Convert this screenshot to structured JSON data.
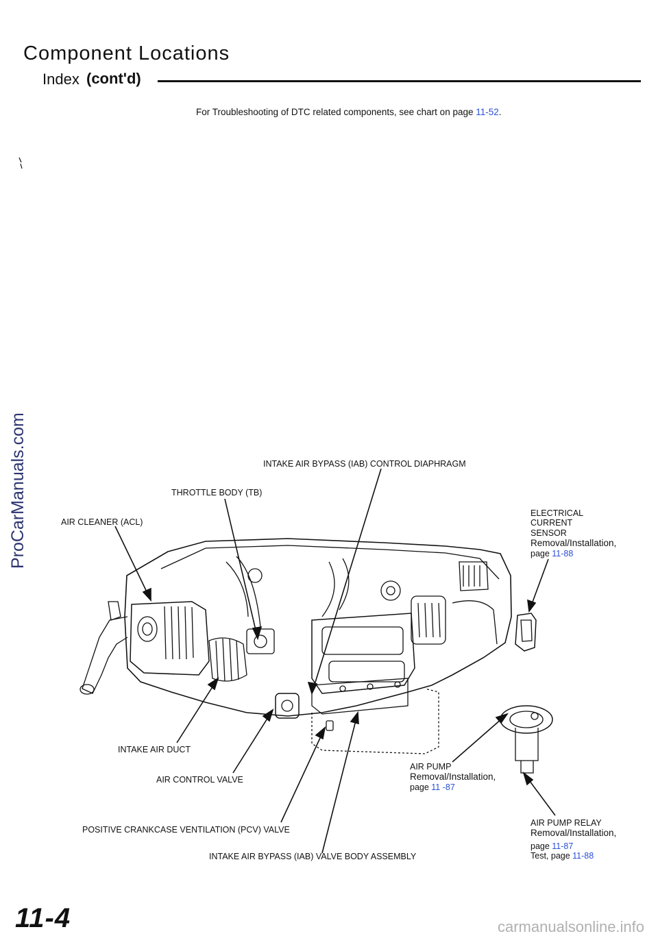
{
  "header": {
    "title": "Component Locations",
    "index_label": "Index",
    "contd": "(cont'd)"
  },
  "note": {
    "text": "For Troubleshooting of DTC related components, see chart on page ",
    "page_ref": "11-52",
    "end": "."
  },
  "labels": {
    "iab_diaphragm": "INTAKE AIR BYPASS (IAB) CONTROL DIAPHRAGM",
    "throttle_body": "THROTTLE BODY (TB)",
    "air_cleaner": "AIR CLEANER (ACL)",
    "ecs_line1": "ELECTRICAL",
    "ecs_line2": "CURRENT",
    "ecs_line3": "SENSOR",
    "ecs_removal": "Removal/Installation,",
    "ecs_page": "page ",
    "ecs_page_ref": "11-88",
    "intake_air_duct": "INTAKE AIR DUCT",
    "air_control_valve": "AIR CONTROL VALVE",
    "pcv_valve": "POSITIVE CRANKCASE VENTILATION (PCV) VALVE",
    "iab_valve_body": "INTAKE AIR BYPASS (IAB) VALVE BODY ASSEMBLY",
    "air_pump": "AIR PUMP",
    "air_pump_removal": "Removal/Installation,",
    "air_pump_page": "page ",
    "air_pump_page_ref": "11 -87",
    "air_pump_relay": "AIR PUMP RELAY",
    "relay_removal": "Removal/Installation,",
    "relay_page": "page ",
    "relay_page_ref": "11-87",
    "relay_test": "Test, page ",
    "relay_test_ref": "11-88"
  },
  "watermark": "ProCarManuals.com",
  "page_number": "11-4",
  "footer": "carmanualsonline.info",
  "colors": {
    "link": "#2a4fd6",
    "watermark": "#2c3470",
    "footer": "#b0b0b0"
  }
}
